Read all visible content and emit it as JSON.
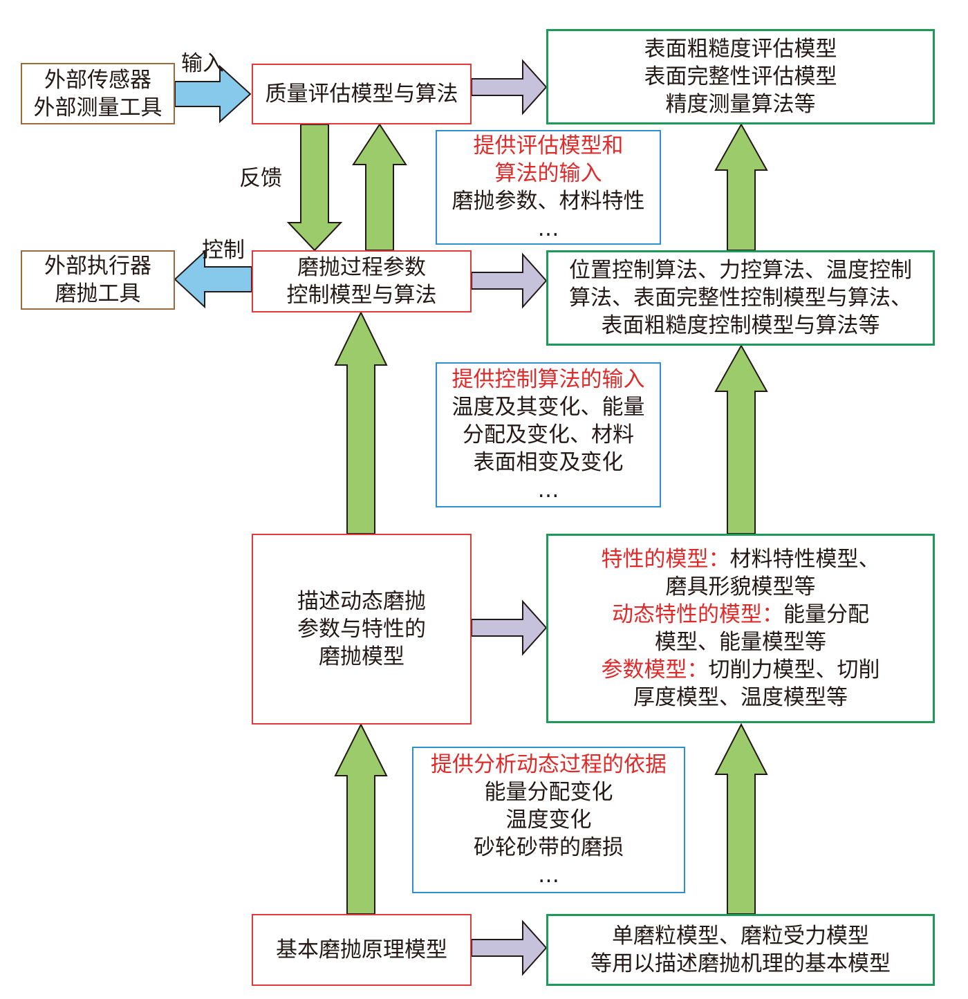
{
  "colors": {
    "green_arrow": "#9ccb6b",
    "blue_arrow": "#86c9ea",
    "purple_arrow": "#c7c2dc",
    "highlight_text": "#e02a2a"
  },
  "labels": {
    "input": "输入",
    "feedback": "反馈",
    "control": "控制"
  },
  "external_sensor": [
    "外部传感器",
    "外部测量工具"
  ],
  "external_actuator": [
    "外部执行器",
    "磨抛工具"
  ],
  "quality_model": "质量评估模型与算法",
  "quality_outputs": [
    "表面粗糙度评估模型",
    "表面完整性评估模型",
    "精度测量算法等"
  ],
  "eval_input": {
    "title": [
      "提供评估模型和",
      "算法的输入"
    ],
    "lines": [
      "磨抛参数、材料特性",
      "…"
    ]
  },
  "process_control": [
    "磨抛过程参数",
    "控制模型与算法"
  ],
  "control_outputs": [
    "位置控制算法、力控算法、温度控制",
    "算法、表面完整性控制模型与算法、",
    "表面粗糙度控制模型与算法等"
  ],
  "control_input": {
    "title": "提供控制算法的输入",
    "lines": [
      "温度及其变化、能量",
      "分配及变化、材料",
      "表面相变及变化",
      "…"
    ]
  },
  "dynamic_model": [
    "描述动态磨抛",
    "参数与特性的",
    "磨抛模型"
  ],
  "dynamic_outputs": {
    "l1_red": "特性的模型：",
    "l1_black": "材料特性模型、",
    "l2": "磨具形貌模型等",
    "l3_red": "动态特性的模型：",
    "l3_black": "能量分配",
    "l4": "模型、能量模型等",
    "l5_red": "参数模型：",
    "l5_black": "切削力模型、切削",
    "l6": "厚度模型、温度模型等"
  },
  "analysis_basis": {
    "title": "提供分析动态过程的依据",
    "lines": [
      "能量分配变化",
      "温度变化",
      "砂轮砂带的磨损",
      "…"
    ]
  },
  "basic_model": "基本磨抛原理模型",
  "basic_outputs": [
    "单磨粒模型、磨粒受力模型",
    "等用以描述磨抛机理的基本模型"
  ]
}
